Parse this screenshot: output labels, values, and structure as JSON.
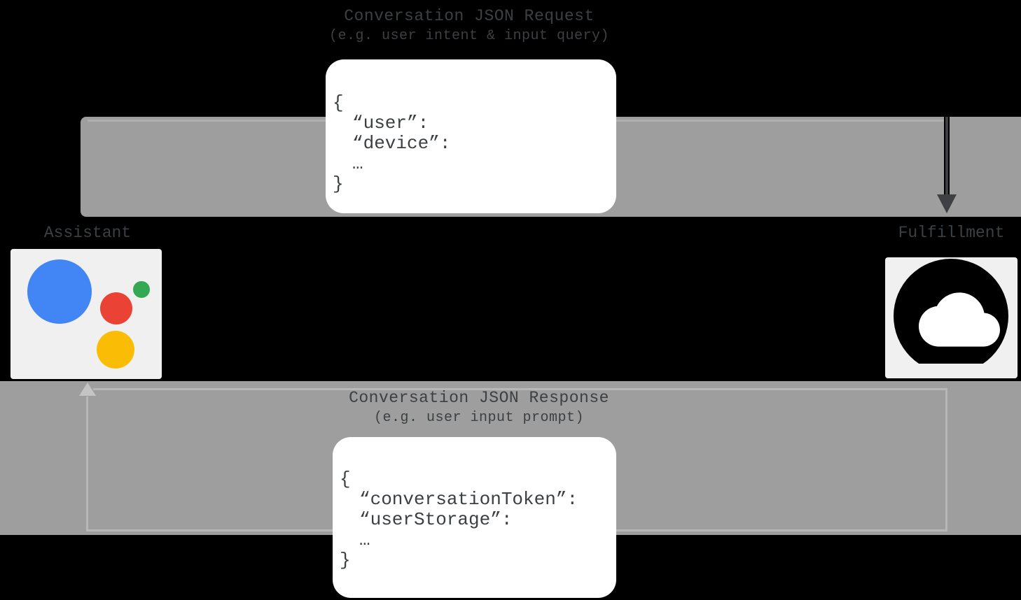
{
  "diagram": {
    "request": {
      "title": "Conversation JSON Request",
      "subtitle": "(e.g. user intent & input query)",
      "json": {
        "open": "{",
        "line1": "“user”:",
        "line2": "“device”:",
        "ellipsis": "…",
        "close": "}"
      }
    },
    "response": {
      "title": "Conversation JSON Response",
      "subtitle": "(e.g. user input prompt)",
      "json": {
        "open": "{",
        "line1": "“conversationToken”:",
        "line2": "“userStorage”:",
        "ellipsis": "…",
        "close": "}"
      }
    },
    "nodes": {
      "assistant": {
        "label": "Assistant",
        "icon": "google-assistant-logo"
      },
      "fulfillment": {
        "label": "Fulfillment",
        "icon": "google-cloud-icon"
      }
    },
    "colors": {
      "background": "#000000",
      "arrow_band": "#9e9e9e",
      "text_dark": "#3d4043",
      "box_white": "#ffffff",
      "panel_gray": "#f0f0f0",
      "assistant_blue": "#4285F4",
      "assistant_red": "#EA4335",
      "assistant_green": "#34A853",
      "assistant_yellow": "#FBBC05",
      "cloud_black": "#000000"
    }
  }
}
